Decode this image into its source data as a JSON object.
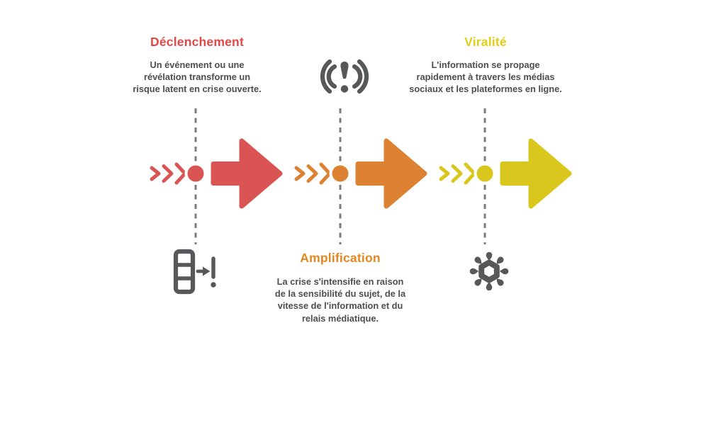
{
  "stages": [
    {
      "title": "Déclenchement",
      "title_color": "#e34848",
      "color": "#da5454",
      "description_lines": [
        "Un événement ou une",
        "révélation transforme un",
        "risque latent en crise ouverte."
      ]
    },
    {
      "title": "Amplification",
      "title_color": "#e5861f",
      "color": "#dd8133",
      "description_lines": [
        "La crise s'intensifie en raison",
        "de la sensibilité du sujet, de la",
        "vitesse de l'information et du",
        "relais médiatique."
      ]
    },
    {
      "title": "Viralité",
      "title_color": "#e3cd15",
      "color": "#d9c71e",
      "description_lines": [
        "L'information se propage",
        "rapidement à travers les médias",
        "sociaux et les plateformes en ligne."
      ]
    }
  ],
  "icons": {
    "trigger": "list-arrow-alert-icon",
    "amplification": "broadcast-alert-icon",
    "viral": "spread-burst-icon"
  },
  "colors": {
    "background": "#ffffff",
    "outline": "#ffffff",
    "text": "#4e4e4e",
    "icon": "#56585a",
    "dash": "#7c7c7c"
  }
}
